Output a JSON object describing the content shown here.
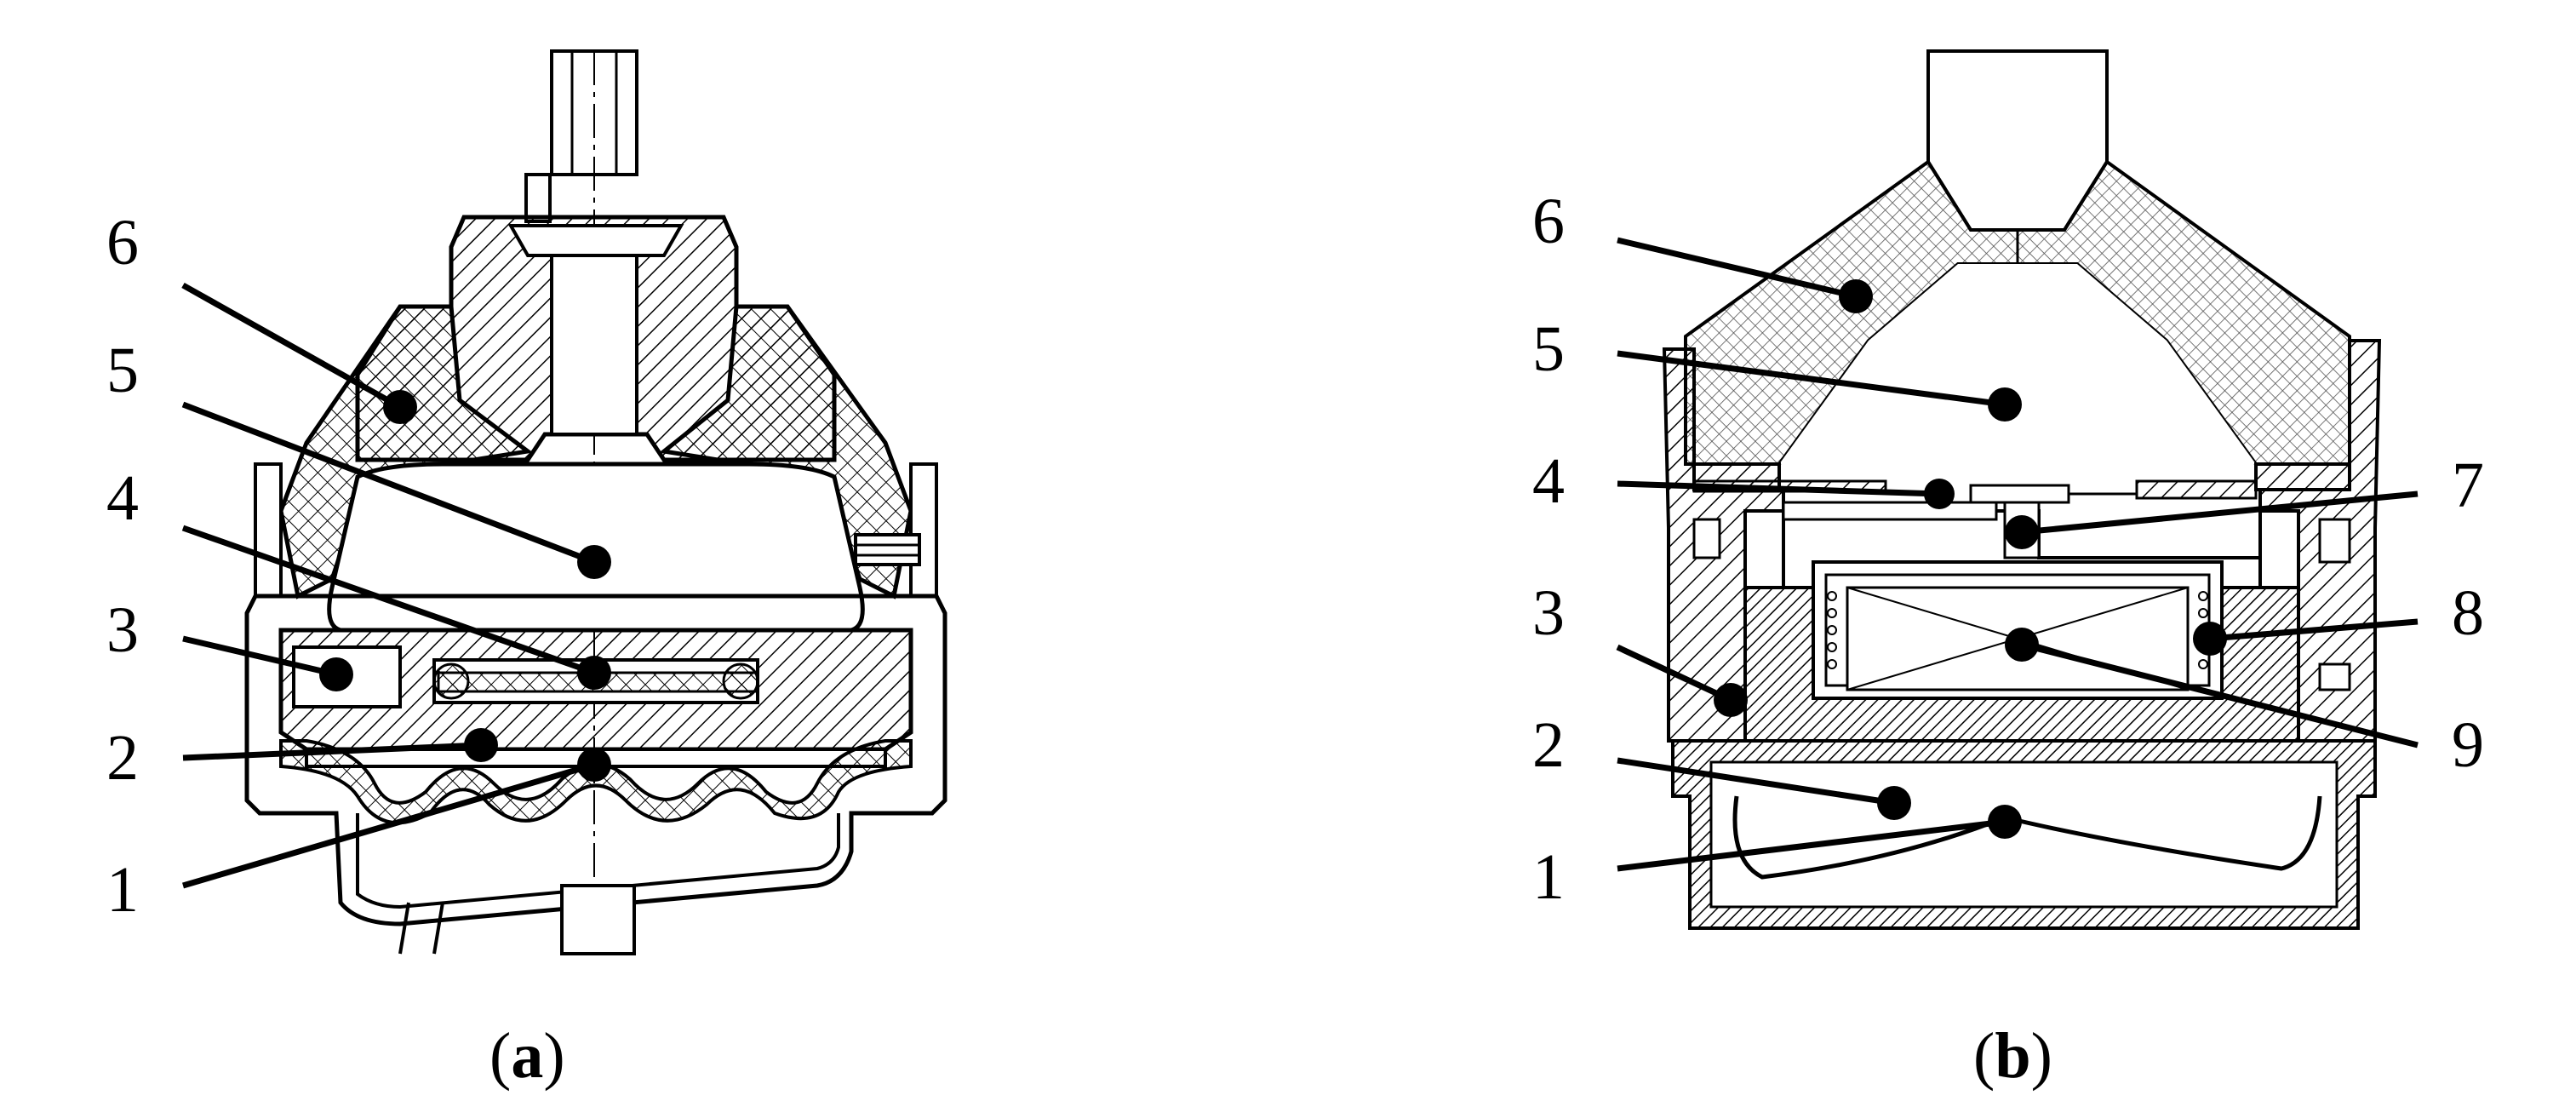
{
  "panels": [
    {
      "caption_open": "(",
      "caption_letter": "a",
      "caption_close": ")",
      "labels": [
        "6",
        "5",
        "4",
        "3",
        "2",
        "1"
      ]
    },
    {
      "caption_open": "(",
      "caption_letter": "b",
      "caption_close": ")",
      "labels_left": [
        "6",
        "5",
        "4",
        "3",
        "2",
        "1"
      ],
      "labels_right": [
        "7",
        "8",
        "9"
      ]
    }
  ],
  "colors": {
    "line": "#000000",
    "hatch_fill": "#9a9a9a",
    "background": "#ffffff"
  }
}
